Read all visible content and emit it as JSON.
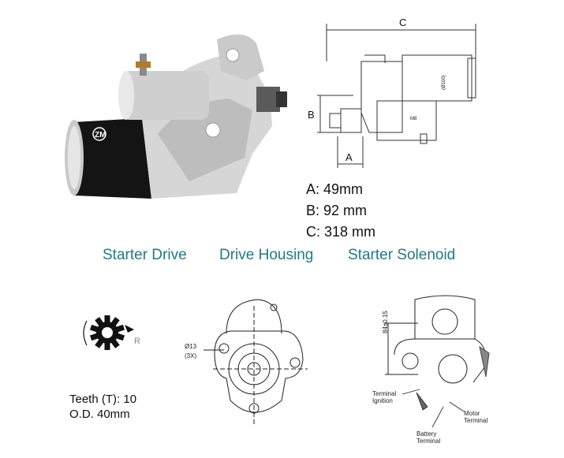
{
  "dimensions": {
    "A": {
      "letter": "A:",
      "value": "49mm"
    },
    "B": {
      "letter": "B:",
      "value": "92 mm"
    },
    "C": {
      "letter": "C:",
      "value": "318 mm"
    }
  },
  "drawing_letters": {
    "a": "A",
    "b": "B",
    "c": "C",
    "diameter": "(Ø100)",
    "m": "M8"
  },
  "sections": {
    "drive": "Starter Drive",
    "housing": "Drive Housing",
    "solenoid": "Starter Solenoid"
  },
  "starter_drive": {
    "teeth": "Teeth (T): 10",
    "od": "O.D. 40mm",
    "rotation": "R"
  },
  "housing": {
    "hole_size": "Ø13",
    "hole_count": "(3X)"
  },
  "solenoid": {
    "dimension": "84±0.15",
    "terminal_ignition": [
      "Terminal",
      "Ignition"
    ],
    "motor_terminal": [
      "Motor",
      "Terminal"
    ],
    "battery_terminal": [
      "Battery",
      "Terminal"
    ]
  },
  "photo": {
    "brand_mark": "ZM"
  },
  "colors": {
    "accent": "#1f7a86"
  }
}
